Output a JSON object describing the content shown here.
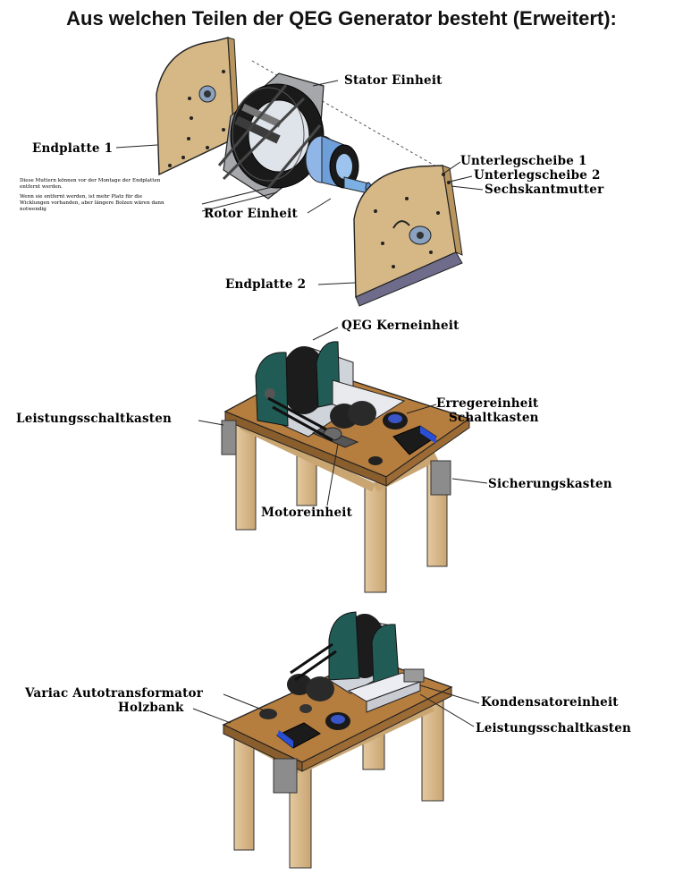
{
  "title": "Aus welchen Teilen der QEG Generator besteht (Erweitert):",
  "section1": {
    "labels": {
      "stator": "Stator Einheit",
      "endplatte1": "Endplatte 1",
      "unterlegscheibe1": "Unterlegscheibe 1",
      "unterlegscheibe2": "Unterlegscheibe 2",
      "sechskantmutter": "Sechskantmutter",
      "rotor": "Rotor Einheit",
      "endplatte2": "Endplatte 2"
    },
    "note": [
      "Diese Muttern können vor der Montage der Endplatten entfernt werden.",
      "Wenn sie entfernt werden, ist mehr Platz für die Wicklungen vorhanden, aber längere Bolzen wären dann notwendig"
    ]
  },
  "section2": {
    "labels": {
      "kerneinheit": "QEG Kerneinheit",
      "erreger": "Erregereinheit",
      "schaltkasten": "Schaltkasten",
      "leistungsschaltkasten": "Leistungsschaltkasten",
      "sicherungskasten": "Sicherungskasten",
      "motoreinheit": "Motoreinheit"
    }
  },
  "section3": {
    "labels": {
      "variac": "Variac Autotransformator",
      "holzbank": "Holzbank",
      "kondensator": "Kondensatoreinheit",
      "leistungsschaltkasten": "Leistungsschaltkasten"
    }
  },
  "colors": {
    "wood": "#d8b98c",
    "bench_top": "#b07a3f",
    "green": "#1f5e55",
    "steel": "#8e9096",
    "blue": "#2a4fd6"
  }
}
